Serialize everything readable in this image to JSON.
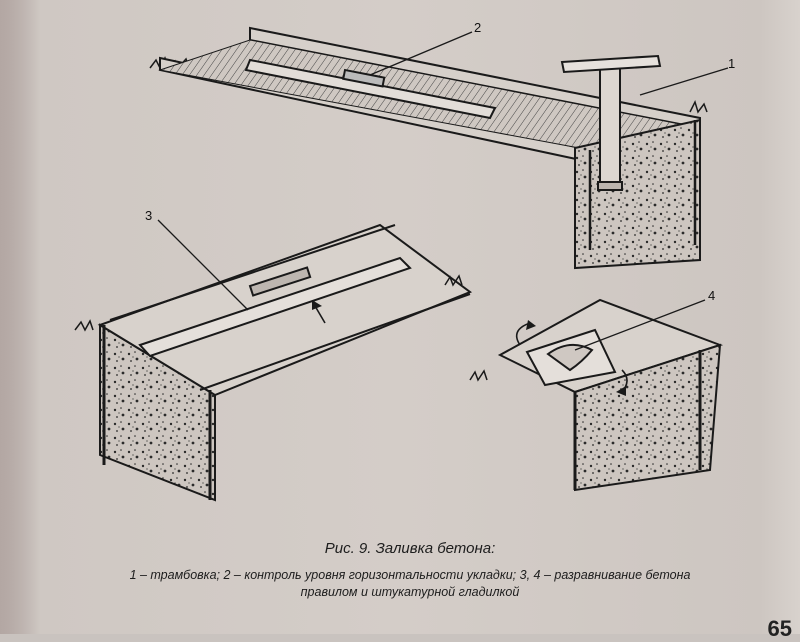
{
  "figure": {
    "callouts": [
      "1",
      "2",
      "3",
      "4"
    ],
    "caption_title": "Рис. 9. Заливка бетона:",
    "caption_line1": "1 – трамбовка; 2 – контроль уровня горизонтальности укладки; 3, 4 – разравнивание бетона",
    "caption_line2": "правилом и штукатурной гладилкой"
  },
  "page_number": "65"
}
